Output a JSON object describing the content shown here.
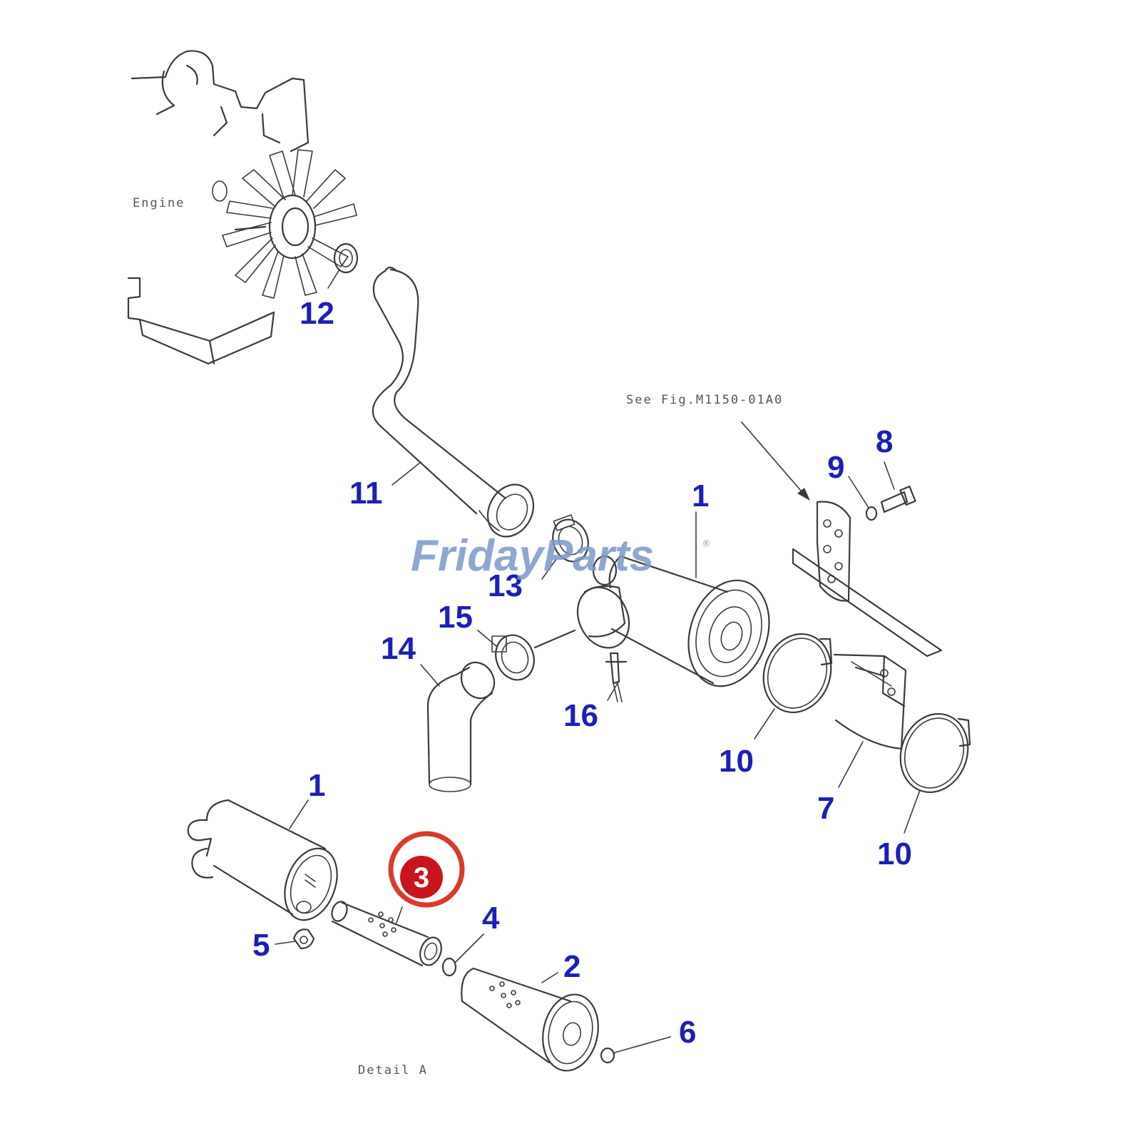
{
  "labels": {
    "engine": "Engine",
    "see_fig": "See Fig.M1150-01A0",
    "detail": "Detail A"
  },
  "part_numbers": {
    "p1_top": "1",
    "p1_bottom": "1",
    "p2": "2",
    "p3": "3",
    "p4": "4",
    "p5": "5",
    "p6": "6",
    "p7": "7",
    "p8": "8",
    "p9": "9",
    "p10_a": "10",
    "p10_b": "10",
    "p11": "11",
    "p12": "12",
    "p13": "13",
    "p14": "14",
    "p15": "15",
    "p16": "16"
  },
  "watermark": {
    "text": "FridayParts",
    "registered": "®"
  },
  "highlight": {
    "part": "3",
    "ring_color": "#d93a2b",
    "badge_color": "#c8151c"
  },
  "colors": {
    "callout_text": "#1b1fb8",
    "line_art": "#3a3a3a",
    "watermark": "#7a98c8"
  }
}
